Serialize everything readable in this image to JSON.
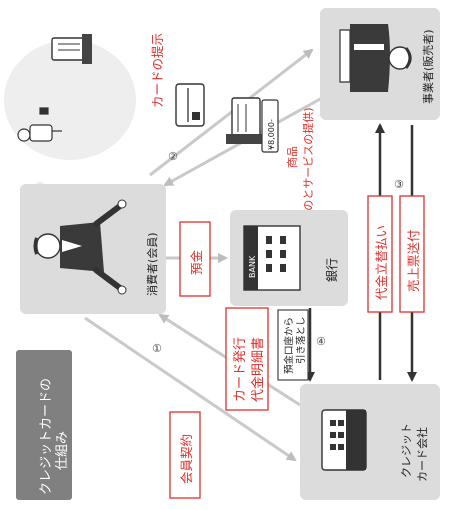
{
  "title_box": {
    "line1": "クレジットカードの",
    "line2": "仕組み"
  },
  "nodes": {
    "merchant": {
      "label": "事業者(販売者)"
    },
    "consumer": {
      "label": "消費者(会員)"
    },
    "bank": {
      "label": "銀行",
      "building_text": "BANK"
    },
    "card_company": {
      "line1": "クレジット",
      "line2": "カード会社"
    }
  },
  "labels": {
    "card_present": "カードの提示",
    "product_line1": "商品",
    "product_line2": "(ものとサービスの提供)",
    "price_tag": "¥8,000-",
    "deposit": "預金",
    "membership": "会員契約",
    "issue_line1": "カード発行",
    "issue_line2": "代金明細書",
    "auto_debit_line1": "預金口座から",
    "auto_debit_line2": "引き落とし",
    "payment": "代金立替払い",
    "sales_slip": "売上票送付"
  },
  "steps": [
    "①",
    "②",
    "③",
    "④"
  ],
  "colors": {
    "accent": "#e0302c",
    "box": "#dcdcdc",
    "arrow": "#c9c9c9",
    "dark": "#333333"
  }
}
